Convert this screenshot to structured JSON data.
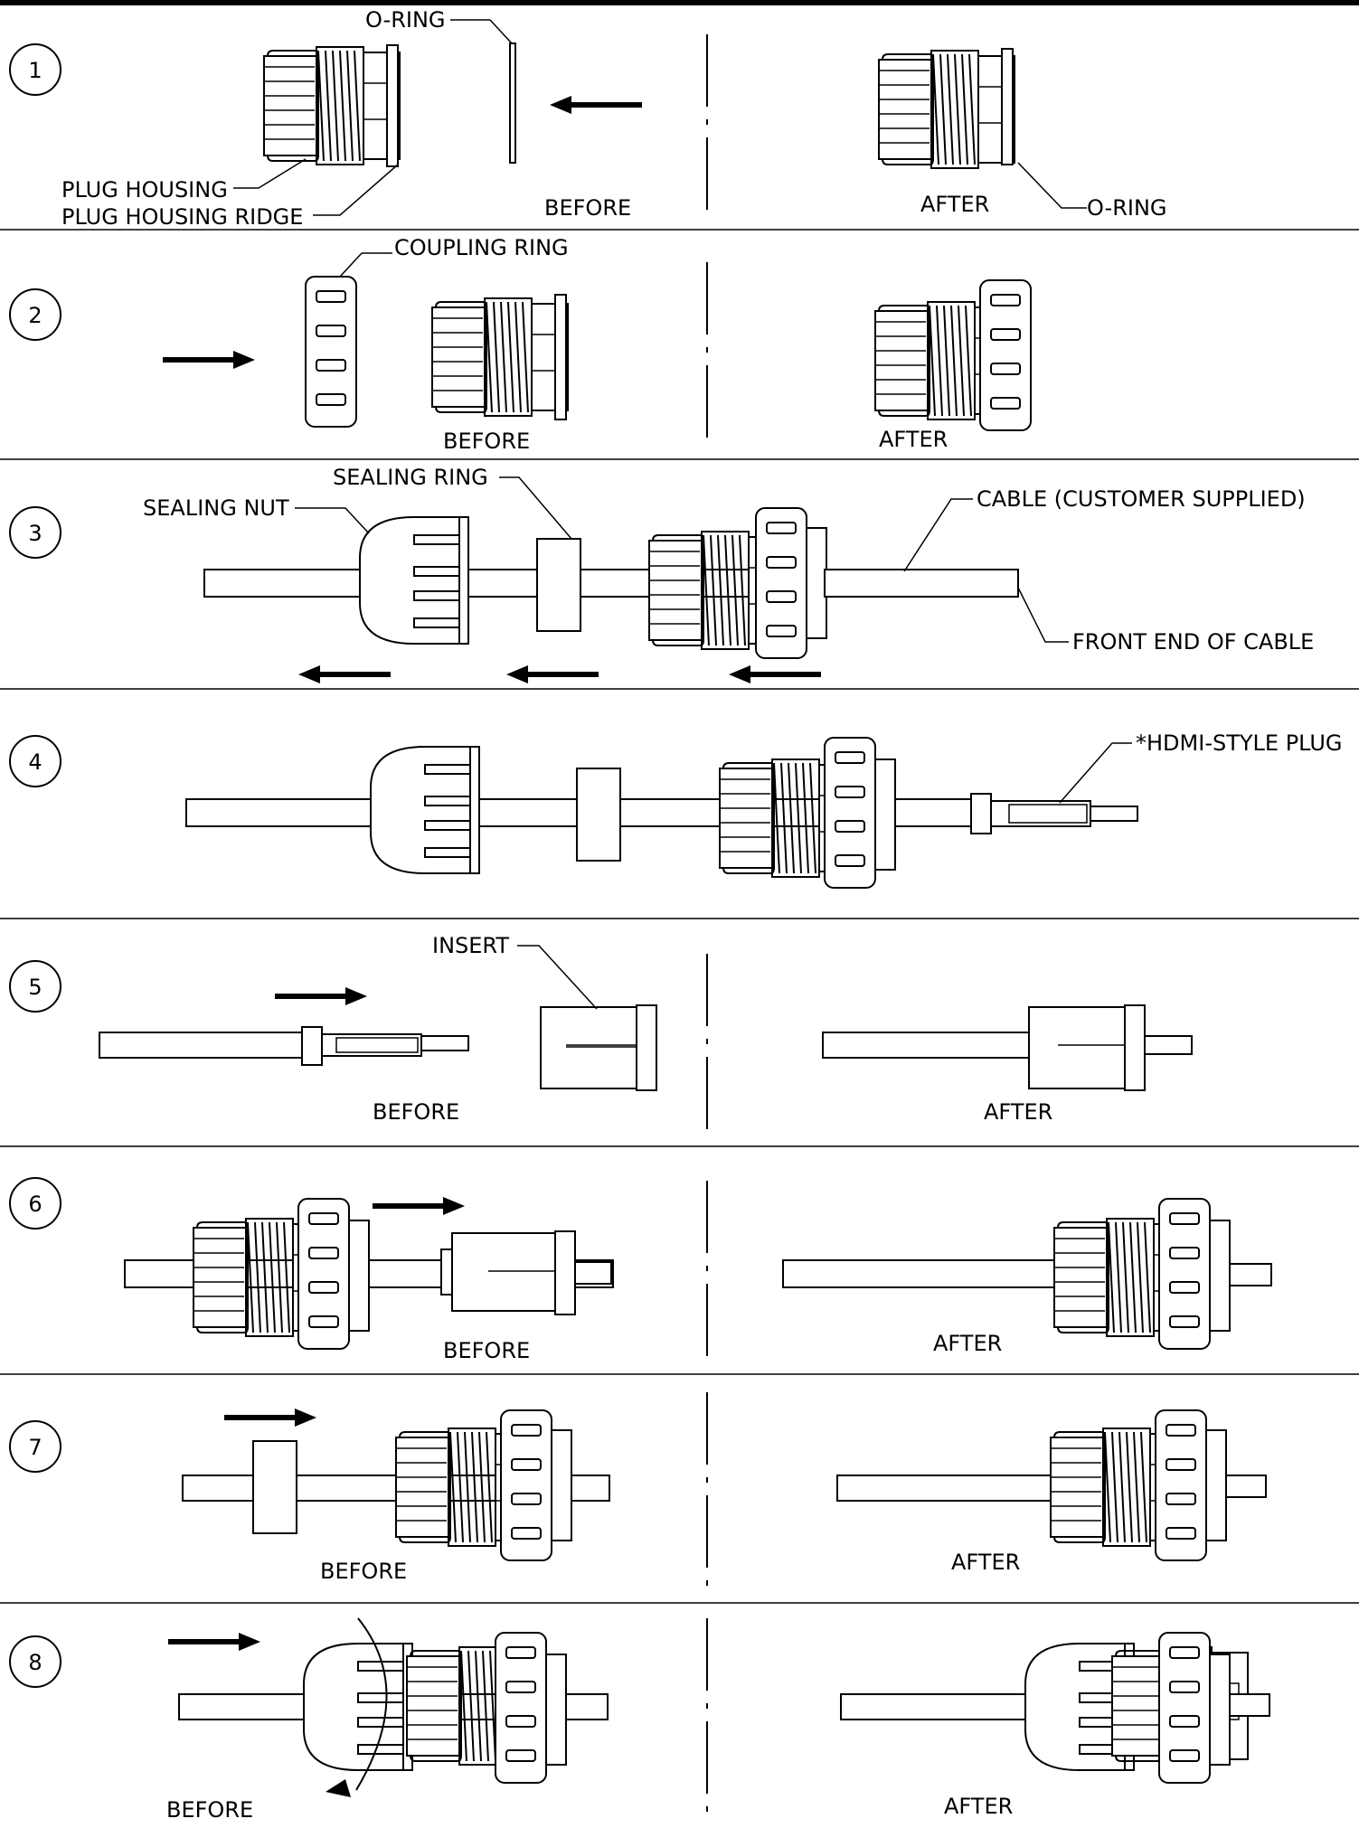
{
  "steps": [
    {
      "number": "1",
      "before": "BEFORE",
      "after": "AFTER",
      "labels": {
        "o_ring_top": "O-RING",
        "plug_housing": "PLUG HOUSING",
        "plug_housing_ridge": "PLUG HOUSING RIDGE",
        "o_ring_after": "O-RING"
      }
    },
    {
      "number": "2",
      "before": "BEFORE",
      "after": "AFTER",
      "labels": {
        "coupling_ring": "COUPLING RING"
      }
    },
    {
      "number": "3",
      "labels": {
        "sealing_nut": "SEALING NUT",
        "sealing_ring": "SEALING RING",
        "cable": "CABLE (CUSTOMER SUPPLIED)",
        "front_end": "FRONT END OF CABLE"
      }
    },
    {
      "number": "4",
      "labels": {
        "hdmi_plug": "*HDMI-STYLE PLUG"
      }
    },
    {
      "number": "5",
      "before": "BEFORE",
      "after": "AFTER",
      "labels": {
        "insert": "INSERT"
      }
    },
    {
      "number": "6",
      "before": "BEFORE",
      "after": "AFTER"
    },
    {
      "number": "7",
      "before": "BEFORE",
      "after": "AFTER"
    },
    {
      "number": "8",
      "before": "BEFORE",
      "after": "AFTER"
    }
  ]
}
